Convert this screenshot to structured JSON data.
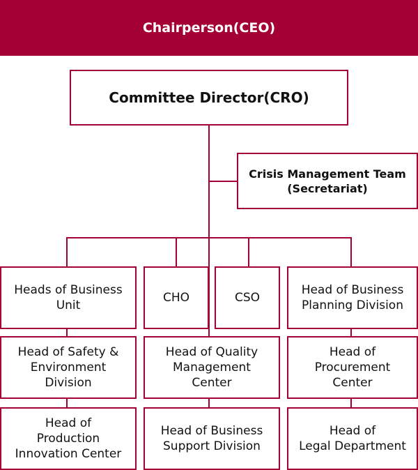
{
  "header": {
    "title": "Chairperson(CEO)"
  },
  "colors": {
    "accent": "#a50034"
  },
  "chart": {
    "director": "Committee Director(CRO)",
    "crisis_team": "Crisis Management Team\n(Secretariat)",
    "row1": {
      "heads_bu": "Heads of Business\nUnit",
      "cho": "CHO",
      "cso": "CSO",
      "head_bpd": "Head of Business\nPlanning Division"
    },
    "row2": {
      "safety_env": "Head of Safety &\nEnvironment\nDivision",
      "quality": "Head of Quality\nManagement\nCenter",
      "procurement": "Head of\nProcurement\nCenter"
    },
    "row3": {
      "production": "Head of\nProduction\nInnovation Center",
      "biz_support": "Head of Business\nSupport Division",
      "legal": "Head of\nLegal Department"
    }
  }
}
